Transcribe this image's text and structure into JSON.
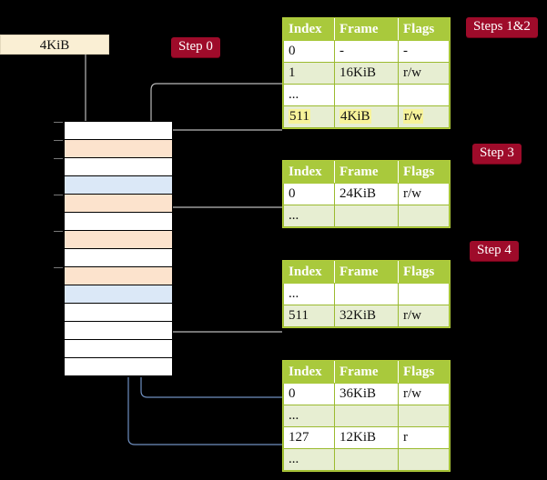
{
  "columns": [
    "Index",
    "Frame",
    "Flags"
  ],
  "virtual_box": {
    "label": "4KiB"
  },
  "badges": [
    {
      "name": "step-0",
      "label": "Step 0"
    },
    {
      "name": "steps-1-2",
      "label": "Steps 1&2"
    },
    {
      "name": "step-3",
      "label": "Step 3"
    },
    {
      "name": "step-4",
      "label": "Step 4"
    }
  ],
  "tables": [
    {
      "name": "pml4-table",
      "rows": [
        {
          "index": "0",
          "frame": "-",
          "flags": "-",
          "zebra": "odd",
          "highlight": false
        },
        {
          "index": "1",
          "frame": "16KiB",
          "flags": "r/w",
          "zebra": "even",
          "highlight": false
        },
        {
          "index": "...",
          "frame": "",
          "flags": "",
          "zebra": "odd",
          "highlight": false
        },
        {
          "index": "511",
          "frame": "4KiB",
          "flags": "r/w",
          "zebra": "even",
          "highlight": true
        }
      ]
    },
    {
      "name": "pdpt-table",
      "rows": [
        {
          "index": "0",
          "frame": "24KiB",
          "flags": "r/w",
          "zebra": "odd",
          "highlight": false
        },
        {
          "index": "...",
          "frame": "",
          "flags": "",
          "zebra": "even",
          "highlight": false
        }
      ]
    },
    {
      "name": "pd-table",
      "rows": [
        {
          "index": "...",
          "frame": "",
          "flags": "",
          "zebra": "odd",
          "highlight": false
        },
        {
          "index": "511",
          "frame": "32KiB",
          "flags": "r/w",
          "zebra": "even",
          "highlight": false
        }
      ]
    },
    {
      "name": "pt-table",
      "rows": [
        {
          "index": "0",
          "frame": "36KiB",
          "flags": "r/w",
          "zebra": "odd",
          "highlight": false
        },
        {
          "index": "...",
          "frame": "",
          "flags": "",
          "zebra": "even",
          "highlight": false
        },
        {
          "index": "127",
          "frame": "12KiB",
          "flags": "r",
          "zebra": "odd",
          "highlight": false
        },
        {
          "index": "...",
          "frame": "",
          "flags": "",
          "zebra": "even",
          "highlight": false
        }
      ]
    }
  ],
  "memory_rows": [
    {
      "color": "white",
      "tick": true
    },
    {
      "color": "orange",
      "tick": true
    },
    {
      "color": "white",
      "tick": true
    },
    {
      "color": "blue",
      "tick": false
    },
    {
      "color": "orange",
      "tick": true
    },
    {
      "color": "white",
      "tick": false
    },
    {
      "color": "orange",
      "tick": true
    },
    {
      "color": "white",
      "tick": false
    },
    {
      "color": "orange",
      "tick": true
    },
    {
      "color": "blue",
      "tick": false
    },
    {
      "color": "white",
      "tick": false
    },
    {
      "color": "white",
      "tick": false
    },
    {
      "color": "white",
      "tick": false
    },
    {
      "color": "white",
      "tick": false
    }
  ],
  "colors": {
    "background": "#000000",
    "table_header": "#a9c93c",
    "table_zebra": "#e7eed2",
    "badge": "#9e0b2a",
    "highlight": "#f7f39a",
    "virtual_box": "#faefd4",
    "memory_orange": "#fce3cd",
    "memory_blue": "#dbe8f7",
    "connector_gray": "#b9b9b9",
    "connector_blue": "#6f8fc0"
  }
}
